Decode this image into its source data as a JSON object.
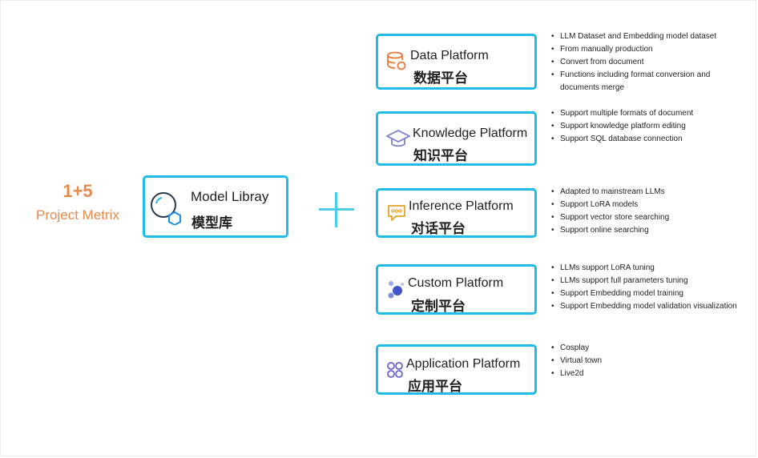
{
  "project": {
    "count": "1+5",
    "name": "Project Metrix"
  },
  "model": {
    "title": "Model Libray",
    "subtitle": "模型库",
    "icon": "magnifier-hexagon-icon"
  },
  "platforms": [
    {
      "title": "Data Platform",
      "subtitle": "数据平台",
      "icon": "database-icon",
      "features": [
        "LLM Dataset and Embedding model dataset",
        "From manually production",
        "Convert from document",
        "Functions including format conversion and documents merge"
      ]
    },
    {
      "title": "Knowledge Platform",
      "subtitle": "知识平台",
      "icon": "graduation-cap-icon",
      "features": [
        "Support multiple formats of document",
        "Support knowledge platform editing",
        "Support SQL database connection"
      ]
    },
    {
      "title": "Inference Platform",
      "subtitle": "对话平台",
      "icon": "chat-bubble-icon",
      "features": [
        "Adapted to mainstream LLMs",
        "Support LoRA models",
        "Support vector store searching",
        "Support online searching"
      ]
    },
    {
      "title": "Custom Platform",
      "subtitle": "定制平台",
      "icon": "molecule-icon",
      "features": [
        "LLMs support LoRA tuning",
        "LLMs support full parameters tuning",
        "Support Embedding model training",
        "Support Embedding model validation visualization"
      ]
    },
    {
      "title": "Application Platform",
      "subtitle": "应用平台",
      "icon": "four-circles-icon",
      "features": [
        "Cosplay",
        "Virtual town",
        "Live2d"
      ]
    }
  ],
  "colors": {
    "accent_border": "#1fbbea",
    "project_text": "#ea8a4a",
    "plus": "#4dcde8"
  }
}
